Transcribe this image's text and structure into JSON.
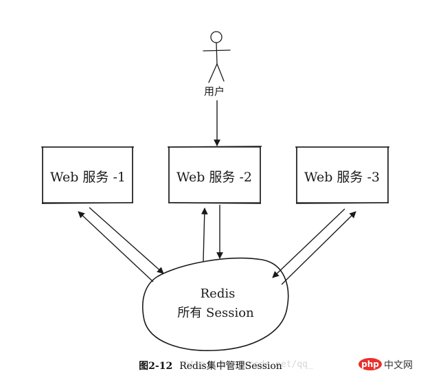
{
  "diagram": {
    "user": {
      "label": "用户"
    },
    "services": [
      {
        "label": "Web 服务 -1"
      },
      {
        "label": "Web 服务 -2"
      },
      {
        "label": "Web 服务 -3"
      }
    ],
    "store": {
      "line1": "Redis",
      "line2": "所有 Session"
    }
  },
  "caption": {
    "number": "图2-12",
    "text": "Redis集中管理Session"
  },
  "watermark": {
    "text": "http://blog.csdn.net/qq_",
    "logo": "php",
    "site": "中文网"
  },
  "colors": {
    "ink": "#1a1a1a",
    "logo": "#e8302c"
  }
}
